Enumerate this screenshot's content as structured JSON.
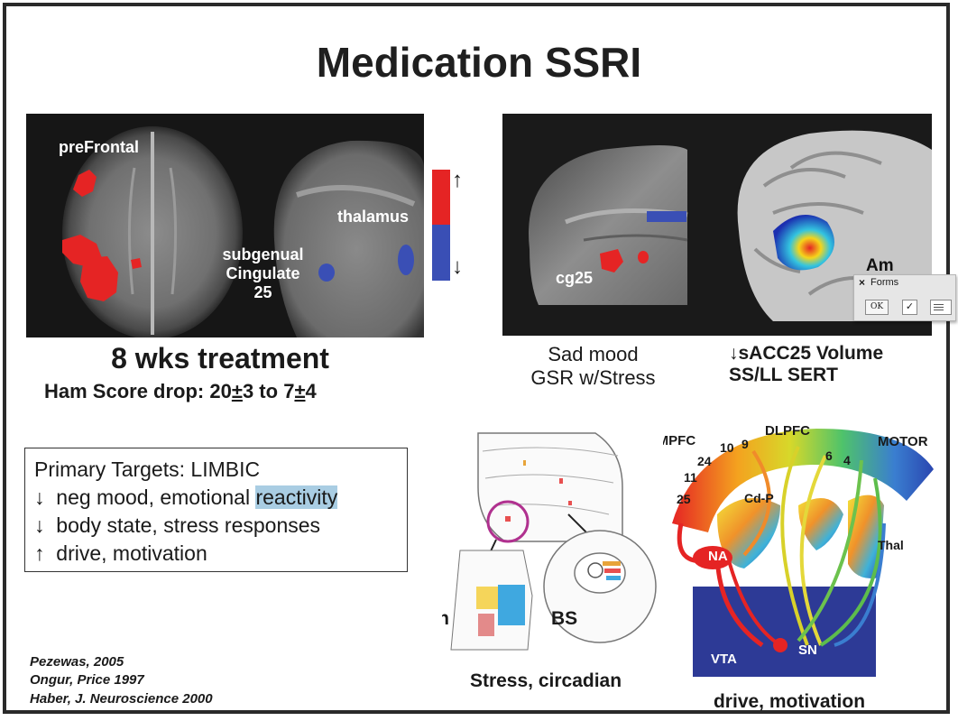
{
  "title": "Medication SSRI",
  "left_figure": {
    "labels": {
      "prefrontal": "preFrontal",
      "thalamus": "thalamus",
      "subgenual_1": "subgenual",
      "subgenual_2": "Cingulate",
      "subgenual_3": "25"
    },
    "scale_up": "↑",
    "scale_down": "↓",
    "caption_1": "8 wks treatment",
    "caption_2_prefix": "Ham Score drop:  ",
    "caption_2_v1": "20",
    "caption_2_pm1": "±",
    "caption_2_v2": "3",
    "caption_2_to": "  to  ",
    "caption_2_v3": "7",
    "caption_2_pm2": "±",
    "caption_2_v4": "4"
  },
  "right_figure": {
    "labels": {
      "cg25": "cg25",
      "am": "Am"
    },
    "caption_a_1": "Sad mood",
    "caption_a_2": "GSR w/Stress",
    "caption_b_1": "↓sACC25 Volume",
    "caption_b_2": "SS/LL SERT"
  },
  "forms_palette": {
    "close": "×",
    "title": "Forms",
    "ok": "OK",
    "check": "✓"
  },
  "targets": {
    "heading": "Primary Targets: LIMBIC",
    "item1_arrow": "↓",
    "item1_text": "neg mood, emotional ",
    "item1_highlight": "reactivity",
    "item2_arrow": "↓",
    "item2_text": "body state, stress responses",
    "item3_arrow": "↑",
    "item3_text": "drive, motivation"
  },
  "hypothalamus_figure": {
    "hth": "Hth",
    "bs": "BS",
    "caption": "Stress, circadian"
  },
  "circuit_figure": {
    "omppfc": "OMPFC",
    "dlpfc": "DLPFC",
    "motor": "MOTOR",
    "n10": "10",
    "n9": "9",
    "n24": "24",
    "n11": "11",
    "n25": "25",
    "n6": "6",
    "n4": "4",
    "cdp": "Cd-P",
    "thal": "Thal",
    "na": "NA",
    "vta": "VTA",
    "sn": "SN",
    "caption": "drive, motivation"
  },
  "references": {
    "r1": "Pezewas, 2005",
    "r2": "Ongur, Price 1997",
    "r3": "Haber, J. Neuroscience 2000"
  },
  "colors": {
    "activation_red": "#e52424",
    "deactivation_blue": "#3a4fb5",
    "highlight": "#a9cde3",
    "panel_dark": "#161616"
  }
}
